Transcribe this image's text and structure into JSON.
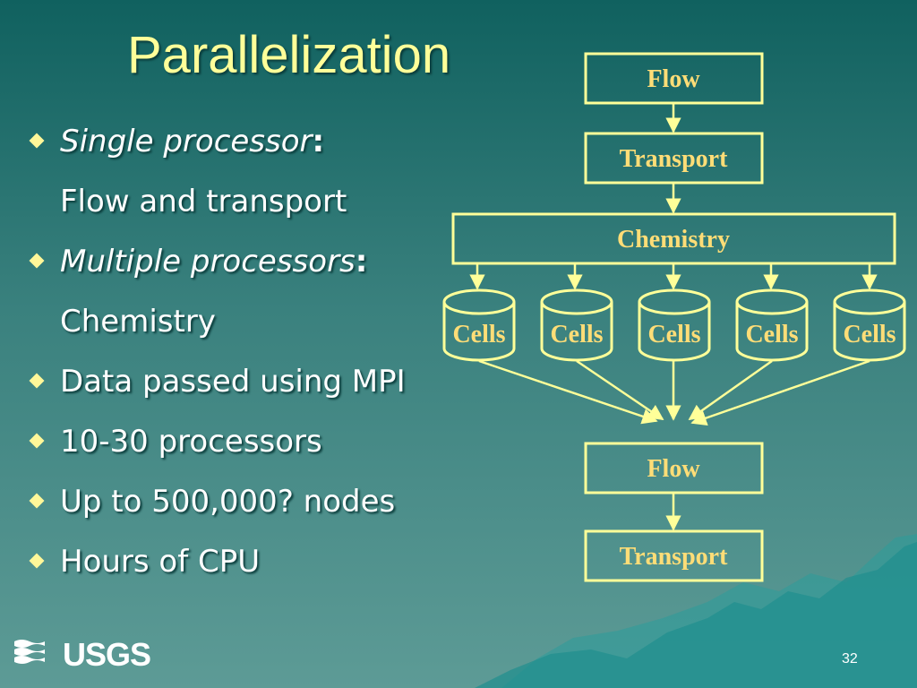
{
  "slide": {
    "title": "Parallelization",
    "page_number": "32",
    "logo_text": "USGS",
    "colors": {
      "background_top": "#10615f",
      "background_bottom": "#5d9b96",
      "title": "#ffff99",
      "diagram_lines": "#ffff99",
      "diagram_labels": "#ffdd77"
    }
  },
  "bullets": [
    {
      "type": "bullet",
      "italic": "Single processor",
      "suffix": ":"
    },
    {
      "type": "sub",
      "text": "Flow and transport"
    },
    {
      "type": "bullet",
      "italic": "Multiple processors",
      "suffix": ":"
    },
    {
      "type": "sub",
      "text": "Chemistry"
    },
    {
      "type": "bullet",
      "text": "Data passed using MPI"
    },
    {
      "type": "bullet",
      "text": "10-30 processors"
    },
    {
      "type": "bullet",
      "text": "Up to 500,000? nodes"
    },
    {
      "type": "bullet",
      "text": "Hours of CPU"
    }
  ],
  "diagram": {
    "top_flow": "Flow",
    "top_transport": "Transport",
    "chemistry": "Chemistry",
    "cells": [
      "Cells",
      "Cells",
      "Cells",
      "Cells",
      "Cells"
    ],
    "bottom_flow": "Flow",
    "bottom_transport": "Transport"
  }
}
